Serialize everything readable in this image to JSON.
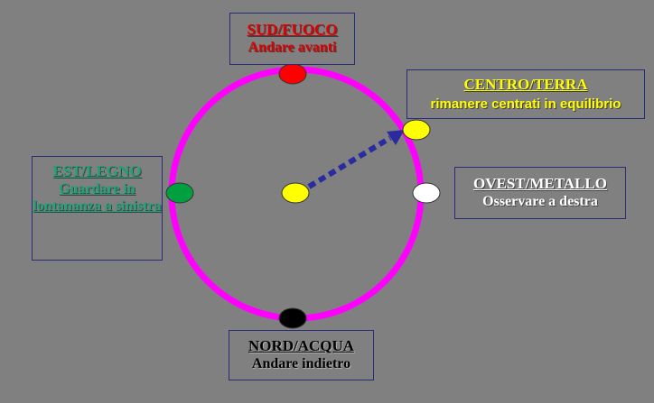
{
  "labels": {
    "sud": {
      "title": "SUD/FUOCO",
      "text": "Andare avanti"
    },
    "centro": {
      "title": "CENTRO/TERRA",
      "text": "rimanere  centrati in equilibrio"
    },
    "est": {
      "title": "EST/LEGNO",
      "text": "Guardare in lontananza a sinistra"
    },
    "ovest": {
      "title": "OVEST/METALLO",
      "text": "Osservare a destra"
    },
    "nord": {
      "title": "NORD/ACQUA",
      "text": "Andare indietro"
    }
  },
  "colors": {
    "background": "#808080",
    "circle": "#ff00ff",
    "arrow": "#2b2ba0",
    "sud_dot": "#ff0000",
    "centro_dot": "#ffff00",
    "est_dot": "#00a040",
    "ovest_dot": "#ffffff",
    "nord_dot": "#000000",
    "center_dot": "#ffff00"
  }
}
